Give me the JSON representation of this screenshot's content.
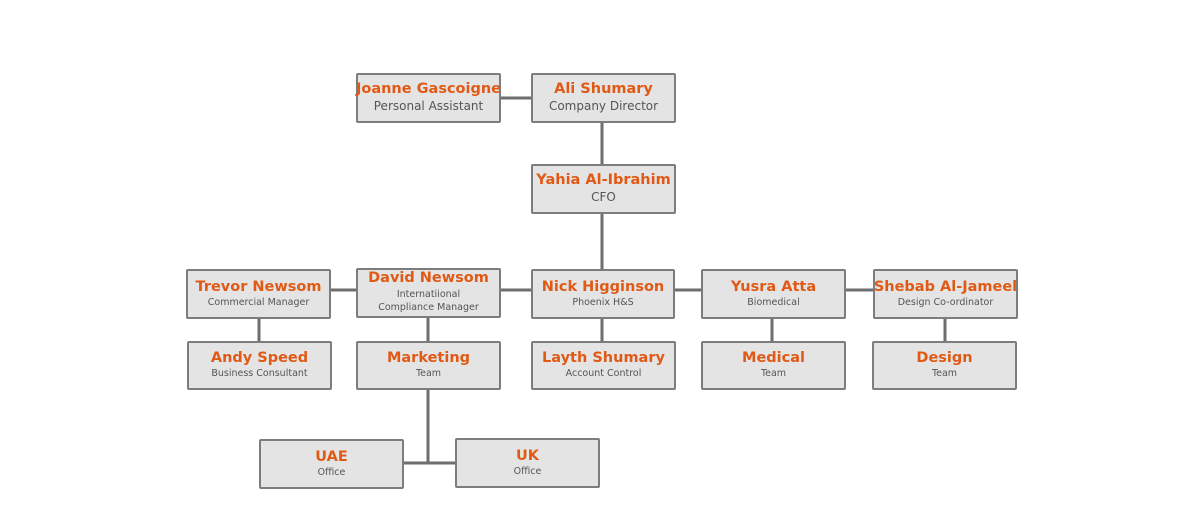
{
  "colors": {
    "name": "#e05a16",
    "role": "#555555",
    "box_fill": "#e4e4e4",
    "box_border": "#7d7d7d",
    "connector": "#6e6e6e"
  },
  "nodes": {
    "joanne": {
      "name": "Joanne Gascoigne",
      "role": "Personal Assistant"
    },
    "ali": {
      "name": "Ali Shumary",
      "role": "Company Director"
    },
    "yahia": {
      "name": "Yahia Al-Ibrahim",
      "role": "CFO"
    },
    "trevor": {
      "name": "Trevor Newsom",
      "role": "Commercial Manager"
    },
    "david": {
      "name": "David Newsom",
      "role": "Internatiional Compliance Manager"
    },
    "nick": {
      "name": "Nick Higginson",
      "role": "Phoenix H&S"
    },
    "yusra": {
      "name": "Yusra Atta",
      "role": "Biomedical"
    },
    "shebab": {
      "name": "Shebab Al-Jameel",
      "role": "Design Co-ordinator"
    },
    "andy": {
      "name": "Andy Speed",
      "role": "Business Consultant"
    },
    "marketing": {
      "name": "Marketing",
      "role": "Team"
    },
    "layth": {
      "name": "Layth Shumary",
      "role": "Account Control"
    },
    "medical": {
      "name": "Medical",
      "role": "Team"
    },
    "design": {
      "name": "Design",
      "role": "Team"
    },
    "uae": {
      "name": "UAE",
      "role": "Office"
    },
    "uk": {
      "name": "UK",
      "role": "Office"
    }
  }
}
